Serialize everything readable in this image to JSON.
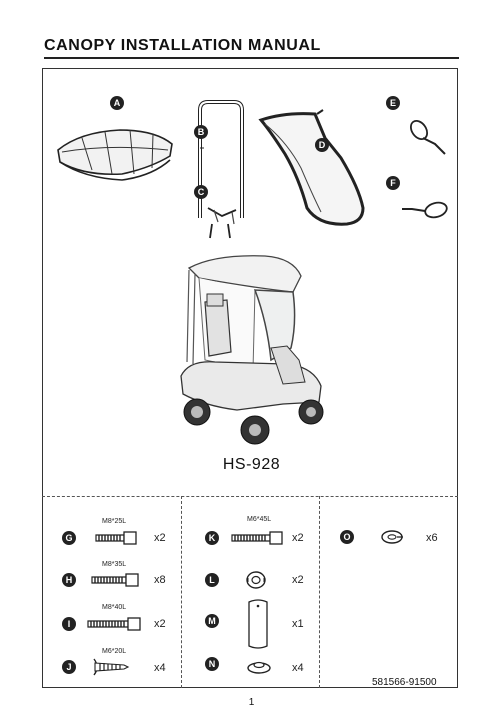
{
  "header": {
    "title": "CANOPY INSTALLATION MANUAL"
  },
  "parts_top": {
    "A": "A",
    "B": "B",
    "C": "C",
    "D": "D",
    "E": "E",
    "F": "F"
  },
  "model": "HS-928",
  "hardware": {
    "G": {
      "letter": "G",
      "spec": "M8*25L",
      "qty": "x2"
    },
    "H": {
      "letter": "H",
      "spec": "M8*35L",
      "qty": "x8"
    },
    "I": {
      "letter": "I",
      "spec": "M8*40L",
      "qty": "x2"
    },
    "J": {
      "letter": "J",
      "spec": "M6*20L",
      "qty": "x4"
    },
    "K": {
      "letter": "K",
      "spec": "M6*45L",
      "qty": "x2"
    },
    "L": {
      "letter": "L",
      "qty": "x2"
    },
    "M": {
      "letter": "M",
      "qty": "x1"
    },
    "N": {
      "letter": "N",
      "qty": "x4"
    },
    "O": {
      "letter": "O",
      "qty": "x6"
    }
  },
  "part_number": "581566-91500",
  "page_number": "1"
}
